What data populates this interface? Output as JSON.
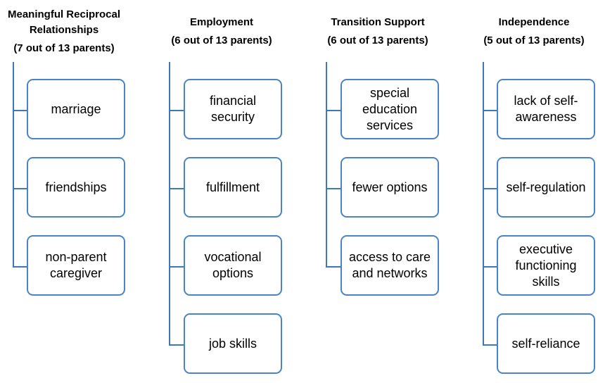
{
  "columns": [
    {
      "title_lines": [
        "Meaningful Reciprocal",
        "Relationships",
        "(7 out of 13 parents)"
      ],
      "items": [
        "marriage",
        "friendships",
        "non-parent\ncaregiver"
      ]
    },
    {
      "title_lines": [
        "Employment",
        "(6 out of 13 parents)"
      ],
      "items": [
        "financial\nsecurity",
        "fulfillment",
        "vocational\noptions",
        "job skills"
      ]
    },
    {
      "title_lines": [
        "Transition Support",
        "(6 out of 13 parents)"
      ],
      "items": [
        "special\neducation\nservices",
        "fewer options",
        "access to care\nand networks"
      ]
    },
    {
      "title_lines": [
        "Independence",
        "(5 out of 13 parents)"
      ],
      "items": [
        "lack of self-\nawareness",
        "self-regulation",
        "executive\nfunctioning\nskills",
        "self-reliance"
      ]
    }
  ],
  "colors": {
    "connector": "#3f78b8",
    "box_border": "#4a84c4",
    "background": "#ffffff"
  }
}
